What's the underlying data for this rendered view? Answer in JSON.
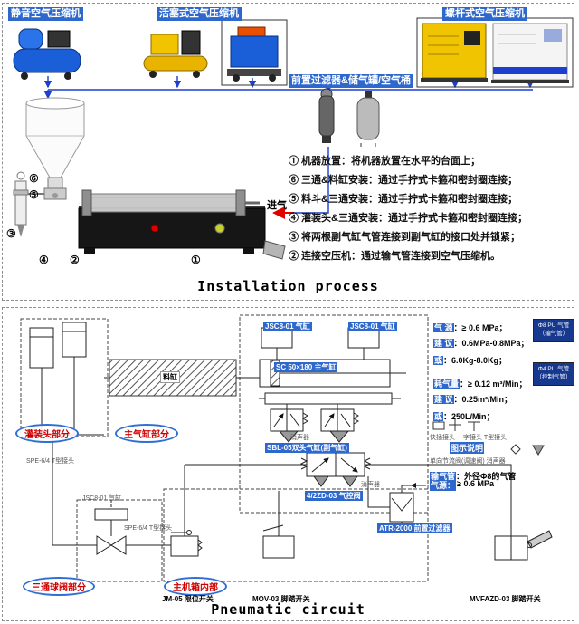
{
  "installation": {
    "title": "Installation process",
    "compressor_labels": [
      "静音空气压缩机",
      "活塞式空气压缩机",
      "螺杆式空气压缩机"
    ],
    "filter_label": "前置过滤器&储气罐/空气桶",
    "air_inlet": "进气",
    "machine_markers": [
      "①",
      "②",
      "③",
      "④",
      "⑤",
      "⑥"
    ],
    "steps": [
      "① 机器放置：将机器放置在水平的台面上；",
      "⑥ 三通&料缸安装：通过手拧式卡箍和密封圈连接；",
      "⑤ 料斗&三通安装：通过手拧式卡箍和密封圈连接；",
      "④ 灌装头&三通安装：通过手拧式卡箍和密封圈连接；",
      "③ 将两根副气缸气管连接到副气缸的接口处并锁紧；",
      "② 连接空压机：通过输气管连接到空气压缩机。"
    ]
  },
  "pneumatic": {
    "title": "Pneumatic circuit",
    "section_labels": {
      "filling_head": "灌装头部分",
      "main_cylinder": "主气缸部分",
      "three_way_valve": "三通球阀部分",
      "cabinet": "主机箱内部"
    },
    "component_labels": {
      "head_cylinder": "JSC8-01 气缸",
      "material_cylinder": "料缸",
      "main_cylinder": "SC 50×180 主气缸",
      "twin_cylinder": "SBL-05双头气缸(副气缸)",
      "pilot_valve": "4/2ZD-03 气控阀",
      "muffler": "消声器",
      "tee_fitting": "SPE-6/4 T型接头",
      "level_switch": "JM-05 限位开关",
      "foot_switch_1": "MOV-03 脚踏开关",
      "foot_switch_2": "MVFAZD-03 脚踏开关",
      "prefilter": "ATR-2000 前置过滤器",
      "air_source_key": "气源：",
      "air_source_value": "≥ 0.6 MPa"
    },
    "notes": {
      "rows": [
        {
          "key": "气 源",
          "value": "：≥ 0.6 MPa；"
        },
        {
          "key": "建 议",
          "value": "：0.6MPa-0.8MPa；"
        },
        {
          "key": "或",
          "value": "：6.0Kg-8.0Kg；"
        },
        {
          "key": "耗气量",
          "value": "：≥ 0.12 m³/Min；"
        },
        {
          "key": "建 议",
          "value": "：0.25m³/Min；"
        },
        {
          "key": "或",
          "value": "：250L/Min；"
        }
      ],
      "pipe_box_1": "Φ8 PU 气管（输气管）",
      "pipe_box_2": "Φ4 PU 气管（控制气管）",
      "legend_title": "图示说明",
      "legend_row_1": "快插接头 十字接头 T型接头",
      "legend_row_2": "单向节流阀(调速阀) 消声器",
      "pipe_note_key": "输气管",
      "pipe_note_value": "：外径Φ8的气管"
    }
  }
}
